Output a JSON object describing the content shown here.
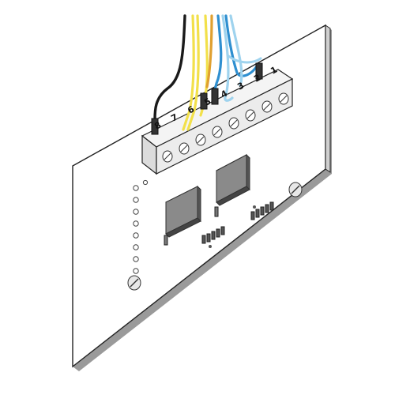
{
  "terminals": [
    {
      "label": "8"
    },
    {
      "label": "7"
    },
    {
      "label": "6"
    },
    {
      "label": "5"
    },
    {
      "label": "4"
    },
    {
      "label": "3"
    },
    {
      "label": "2"
    },
    {
      "label": "1"
    }
  ],
  "wire_colors": {
    "black": "#1a1a1a",
    "yellow": "#f2e04a",
    "orange": "#e0a030",
    "blue": "#2f8fd0",
    "light_blue": "#9fd3ee"
  }
}
